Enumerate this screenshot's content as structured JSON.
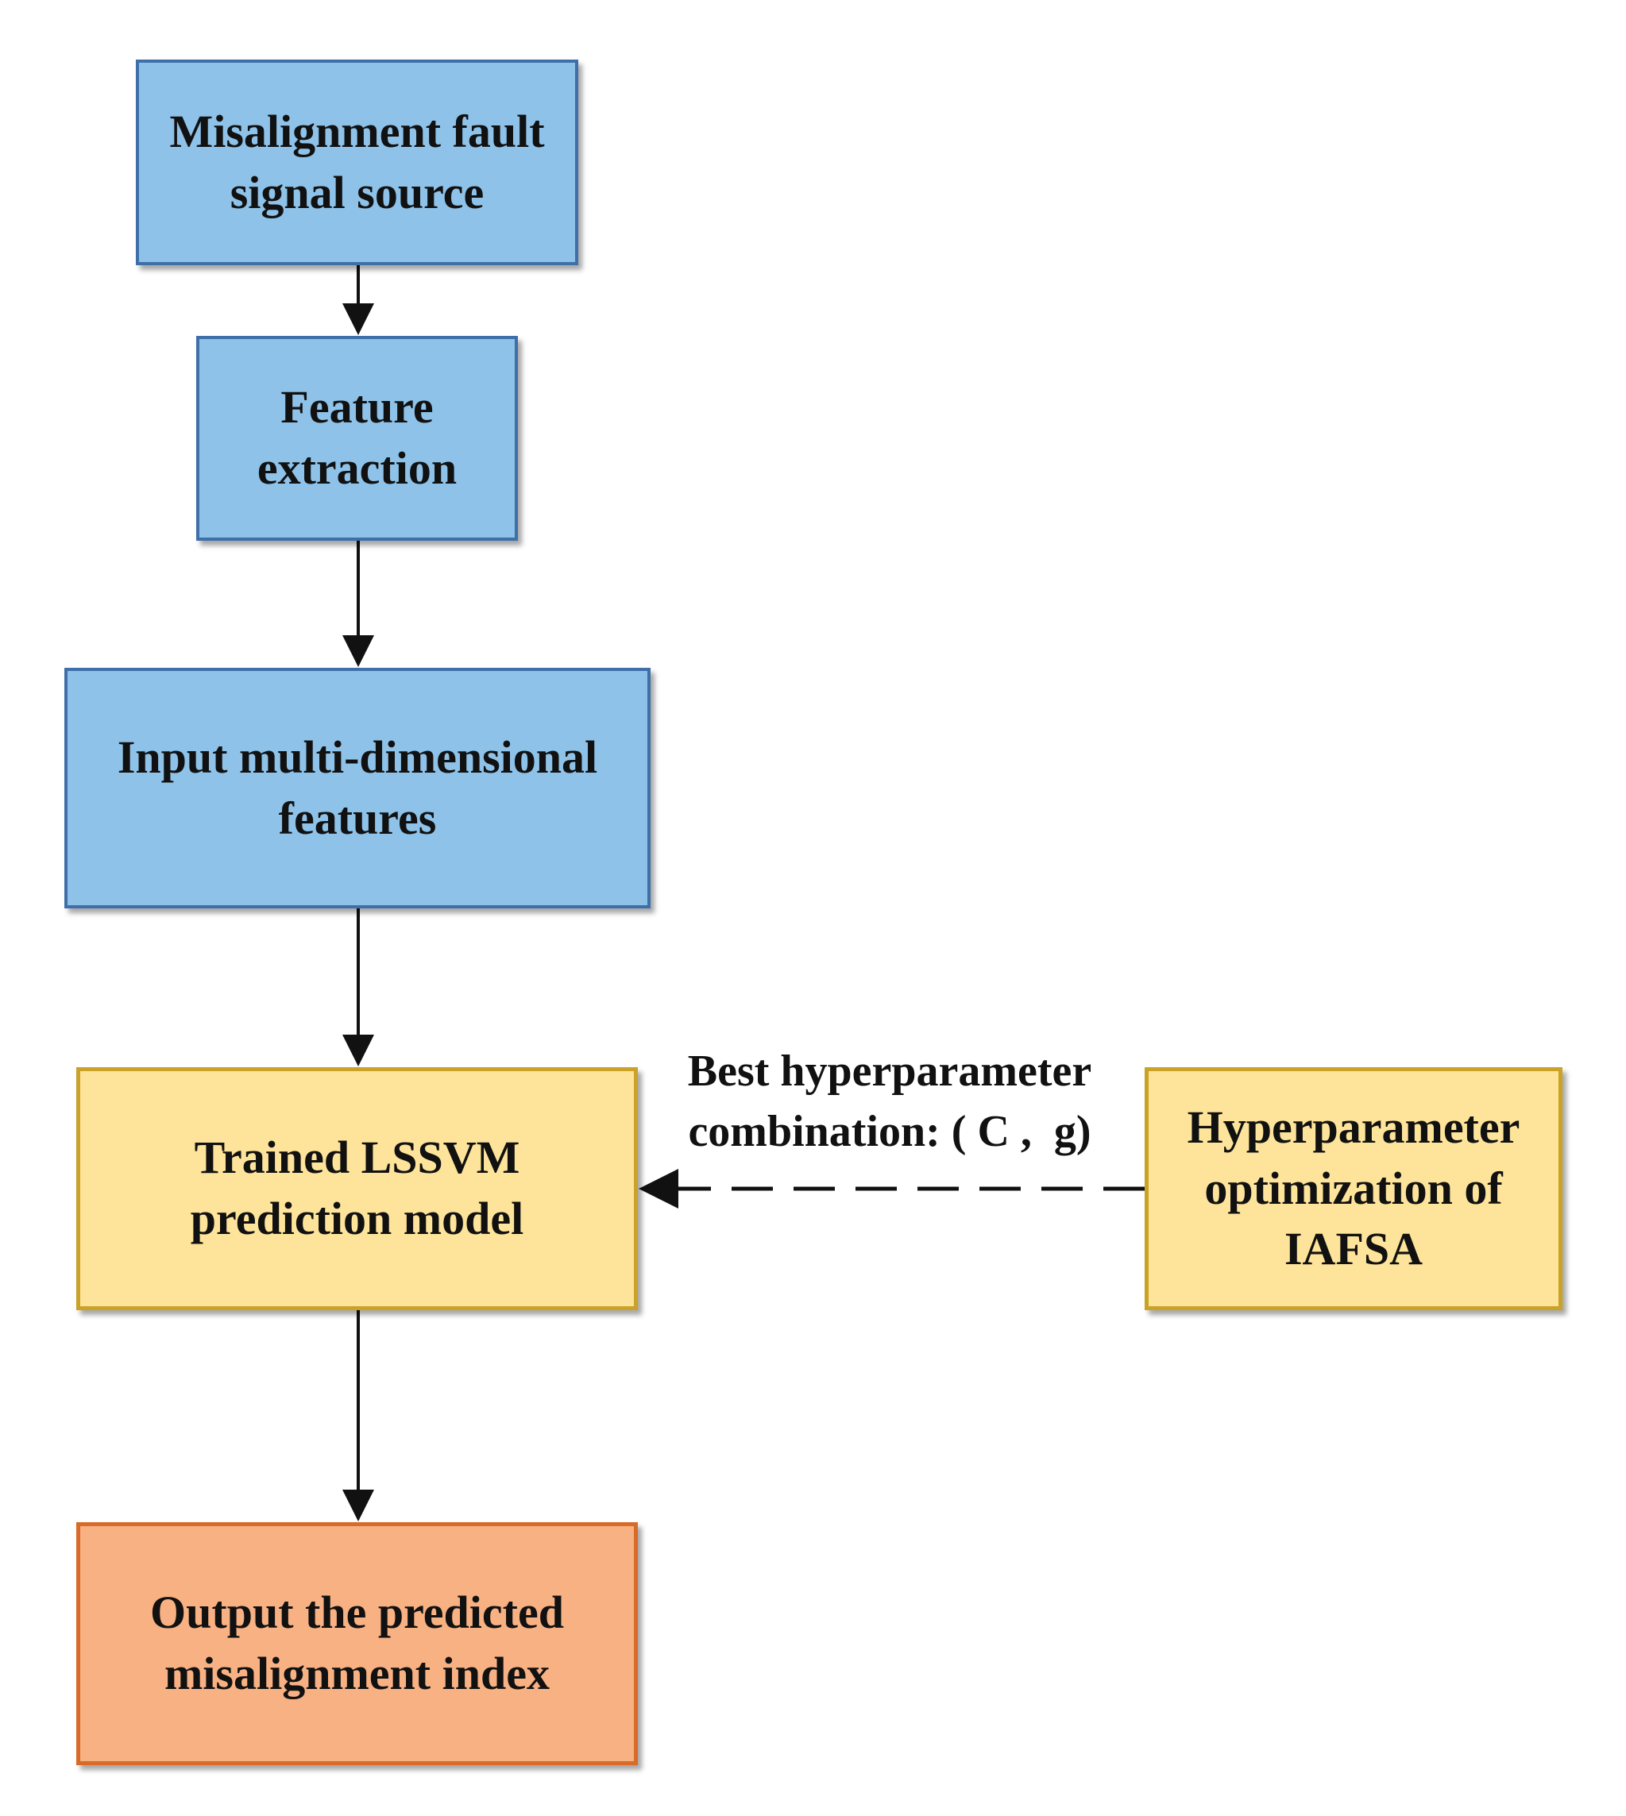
{
  "nodes": {
    "signal_source": {
      "line1": "Misalignment fault",
      "line2": "signal source"
    },
    "feature_extraction": {
      "line1": "Feature",
      "line2": "extraction"
    },
    "input_features": {
      "line1": "Input multi-dimensional",
      "line2": "features"
    },
    "lssvm_model": {
      "line1": "Trained LSSVM",
      "line2": "prediction model"
    },
    "iafsa": {
      "line1": "Hyperparameter",
      "line2": "optimization of",
      "line3": "IAFSA"
    },
    "output": {
      "line1": "Output the predicted",
      "line2": "misalignment index"
    }
  },
  "edge_label": {
    "line1": "Best hyperparameter",
    "line2": "combination: ( C ,  g)"
  },
  "colors": {
    "process_fill": "#8ec2e8",
    "model_fill": "#fde49a",
    "output_fill": "#f8b183"
  }
}
